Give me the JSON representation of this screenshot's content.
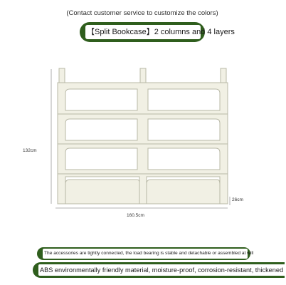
{
  "header": {
    "note": "(Contact customer service to customize the colors)",
    "title": "【Split Bookcase】2 columns and 4 layers"
  },
  "dimensions": {
    "height": "132cm",
    "width": "160.5cm",
    "depth": "26cm"
  },
  "banners": {
    "line1": "The accessories are tightly connected, the load bearing is stable and detachable or assembled at will",
    "line2": "ABS environmentally friendly material, moisture-proof, corrosion-resistant, thickened"
  },
  "colors": {
    "accent": "#2f5e1d",
    "shelf_fill": "#f1f0e4",
    "shelf_stroke": "#b8b8a6"
  }
}
